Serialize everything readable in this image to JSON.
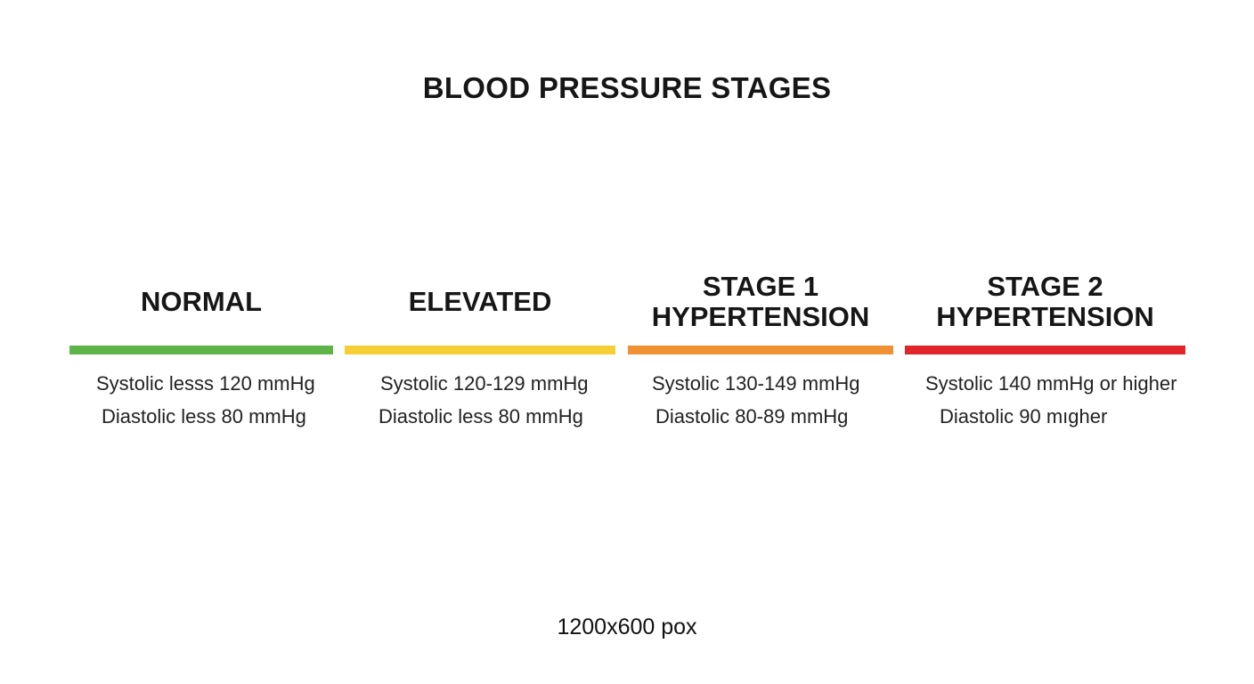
{
  "title": "BLOOD PRESSURE STAGES",
  "stages": [
    {
      "heading_lines": [
        "NORMAL"
      ],
      "color": "#5db548",
      "systolic": "Systolic lesss 120 mmHg",
      "diastolic": "Diastolic less 80 mmHg"
    },
    {
      "heading_lines": [
        "ELEVATED"
      ],
      "color": "#f5cf34",
      "systolic": "Systolic 120-129 mmHg",
      "diastolic": "Diastolic less 80 mmHg"
    },
    {
      "heading_lines": [
        "STAGE 1",
        "HYPERTENSION"
      ],
      "color": "#ee9233",
      "systolic": "Systolic 130-149 mmHg",
      "diastolic": "Diastolic 80-89 mmHg"
    },
    {
      "heading_lines": [
        "STAGE 2",
        "HYPERTENSION"
      ],
      "color": "#e0262c",
      "systolic": "Systolic 140 mmHg or higher",
      "diastolic": "Diastolic 90 mıgher"
    }
  ],
  "footer": "1200x600 pox"
}
